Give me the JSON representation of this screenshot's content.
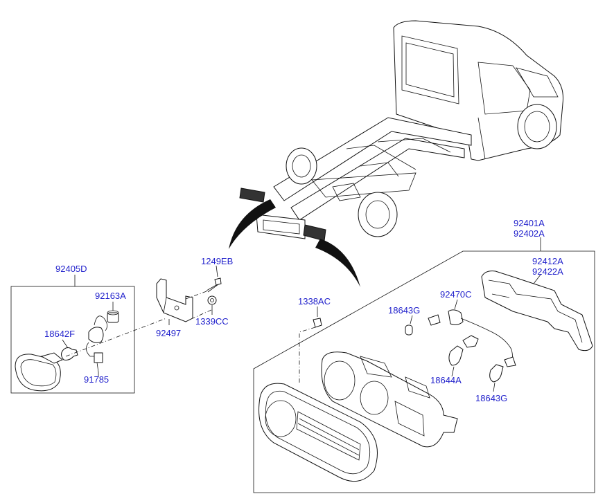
{
  "labels": {
    "lamp_assy_a": "92401A",
    "lamp_assy_b": "92402A",
    "gasket_a": "92412A",
    "gasket_b": "92422A",
    "side_lamp": "92405D",
    "socket_92163a": "92163A",
    "bulb_18642f": "18642F",
    "wiring_91785": "91785",
    "screw_1249eb": "1249EB",
    "nut_1339cc": "1339CC",
    "bracket_92497": "92497",
    "nut_1338ac": "1338AC",
    "bulb_18643g_top": "18643G",
    "socket_92470c": "92470C",
    "bulb_18644a": "18644A",
    "bulb_18643g_bottom": "18643G"
  },
  "colors": {
    "label": "#2222cc",
    "line": "#111111"
  }
}
